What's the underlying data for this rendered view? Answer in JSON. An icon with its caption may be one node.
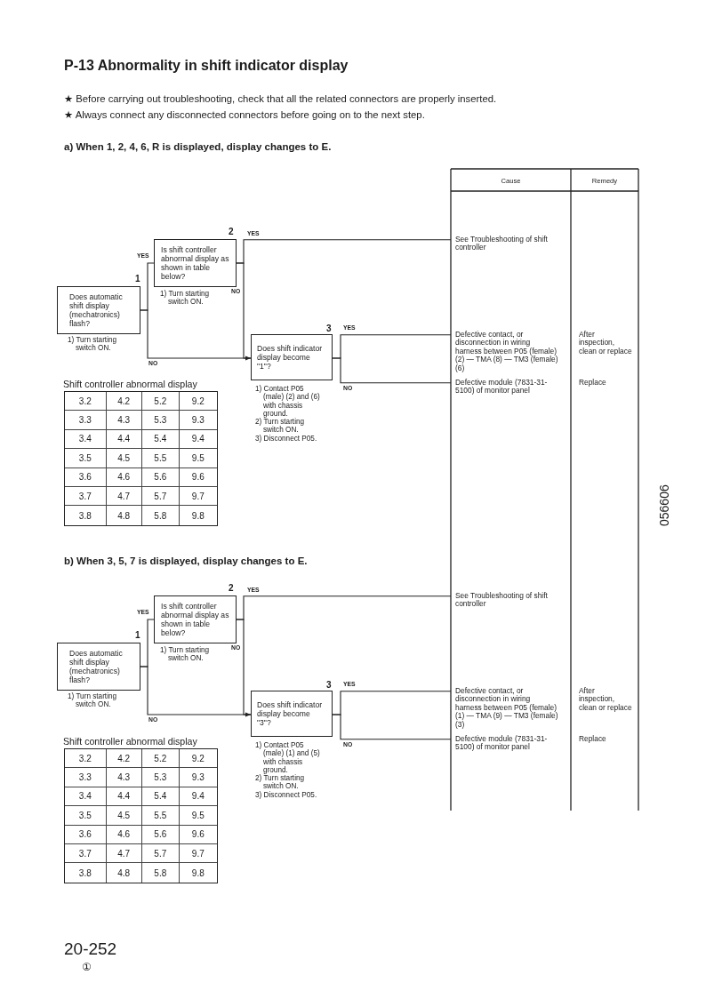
{
  "diagram": {
    "title": "P-13 Abnormality in shift indicator display",
    "nodes": [
      {
        "text": [
          "Does automatic shift display (mechatronics) flash?"
        ],
        "beside": [
          "1",
          "1) Turn starting switch ON."
        ]
      },
      {
        "text": [
          "Is shift controller abnormal display as shown in table below?"
        ],
        "beside": [
          "2",
          "1) Turn starting switch ON."
        ]
      },
      {
        "text": [
          "Does shift indicator display become \"1\"?"
        ],
        "beside": [
          "3",
          "1) Contact P05 (male) (2) and (6) with chassis ground.",
          "2) Turn starting switch ON.",
          "3) Disconnect P05."
        ]
      },
      {
        "text": [
          "See Troubleshooting of shift controller"
        ]
      },
      {
        "text": [
          "Defective contact, or disconnection in wiring harness between P05 (female) (2) — TMA (8) — TM3 (female) (6)"
        ]
      },
      {
        "text": [
          "Defective module (7831-31-5100) of monitor panel"
        ]
      },
      {
        "text": [
          "Does automatic shift display (mechatronics) flash?"
        ],
        "beside": [
          "1",
          "1) Turn starting switch ON."
        ]
      },
      {
        "text": [
          "Is shift controller abnormal display as shown in table below?"
        ],
        "beside": [
          "2",
          "1) Turn starting switch ON."
        ]
      },
      {
        "text": [
          "Does shift indicator display become \"3\"?"
        ],
        "beside": [
          "3",
          "1) Contact P05 (male) (1) and (5) with chassis ground.",
          "2) Turn starting switch ON.",
          "3) Disconnect P05."
        ]
      },
      {
        "text": [
          "See Troubleshooting of shift controller"
        ]
      },
      {
        "text": [
          "Defective contact, or disconnection in wiring harness between P05 (female) (1) — TMA (9) — TM3 (female) (3)"
        ]
      },
      {
        "text": [
          "Defective module (7831-31-5100) of monitor panel"
        ]
      }
    ],
    "edges": [
      {
        "from": 0,
        "to": 1,
        "arrow": "none",
        "label": "YES"
      },
      {
        "from": 0,
        "to": 2,
        "arrow": "none",
        "label": "NO"
      },
      {
        "from": 1,
        "to": 3,
        "arrow": "none",
        "label": "YES"
      },
      {
        "from": 1,
        "to": 2,
        "arrow": "to",
        "label": "NO"
      },
      {
        "from": 2,
        "to": 4,
        "arrow": "none",
        "label": "YES"
      },
      {
        "from": 2,
        "to": 5,
        "arrow": "none",
        "label": "NO"
      },
      {
        "from": 6,
        "to": 7,
        "arrow": "none",
        "label": "YES"
      },
      {
        "from": 6,
        "to": 8,
        "arrow": "none",
        "label": "NO"
      },
      {
        "from": 7,
        "to": 9,
        "arrow": "none",
        "label": "YES"
      },
      {
        "from": 7,
        "to": 8,
        "arrow": "to",
        "label": "NO"
      },
      {
        "from": 8,
        "to": 10,
        "arrow": "none",
        "label": "YES"
      },
      {
        "from": 8,
        "to": 11,
        "arrow": "none",
        "label": "NO"
      }
    ],
    "labels": [
      "★ Before carrying out troubleshooting, check that all the related connectors are properly inserted.",
      "★ Always connect any disconnected connectors before going on to the next step.",
      "a) When 1, 2, 4, 6, R is displayed, display changes to E.",
      "Cause",
      "Remedy",
      "After inspection, clean or replace",
      "Shift controller abnormal display",
      "Replace",
      "3.2",
      "4.2",
      "5.2",
      "9.2",
      "3.3",
      "4.3",
      "5.3",
      "9.3",
      "3.4",
      "4.4",
      "5.4",
      "9.4",
      "3.5",
      "4.5",
      "5.5",
      "9.5",
      "3.6",
      "4.6",
      "5.6",
      "9.6",
      "3.7",
      "4.7",
      "5.7",
      "9.7",
      "3.8",
      "4.8",
      "5.8",
      "9.8",
      "056606",
      "b) When 3, 5, 7 is displayed, display changes to E.",
      "After inspection, clean or replace",
      "Shift controller abnormal display",
      "Replace",
      "3.2",
      "4.2",
      "5.2",
      "9.2",
      "3.3",
      "4.3",
      "5.3",
      "9.3",
      "3.4",
      "4.4",
      "5.4",
      "9.4",
      "3.5",
      "4.5",
      "5.5",
      "9.5",
      "3.6",
      "4.6",
      "5.6",
      "9.6",
      "3.7",
      "4.7",
      "5.7",
      "9.7",
      "3.8",
      "4.8",
      "5.8",
      "9.8",
      "20-252",
      "①"
    ]
  }
}
